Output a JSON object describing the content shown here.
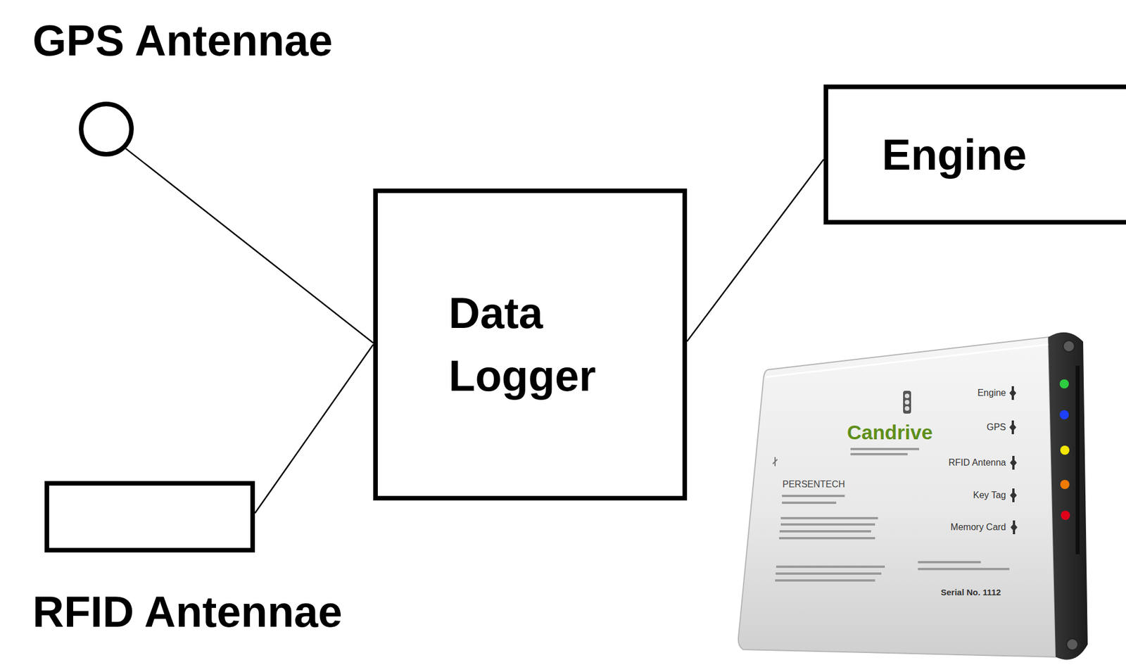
{
  "diagram": {
    "nodes": [
      {
        "text": [
          "GPS Antennae"
        ]
      },
      {
        "text": [
          "Engine"
        ]
      },
      {
        "text": [
          "Data Logger"
        ]
      },
      {
        "text": [
          "RFID Antennae"
        ]
      }
    ],
    "edges": [
      {
        "from": 0,
        "to": 2,
        "arrow": "none"
      },
      {
        "from": 2,
        "to": 1,
        "arrow": "none"
      },
      {
        "from": 3,
        "to": 2,
        "arrow": "none"
      }
    ],
    "labels": [
      "Candrive",
      "PERSENTECH",
      "Engine",
      "GPS",
      "RFID Antenna",
      "Key Tag",
      "Memory Card",
      "Serial No. 1112"
    ]
  }
}
